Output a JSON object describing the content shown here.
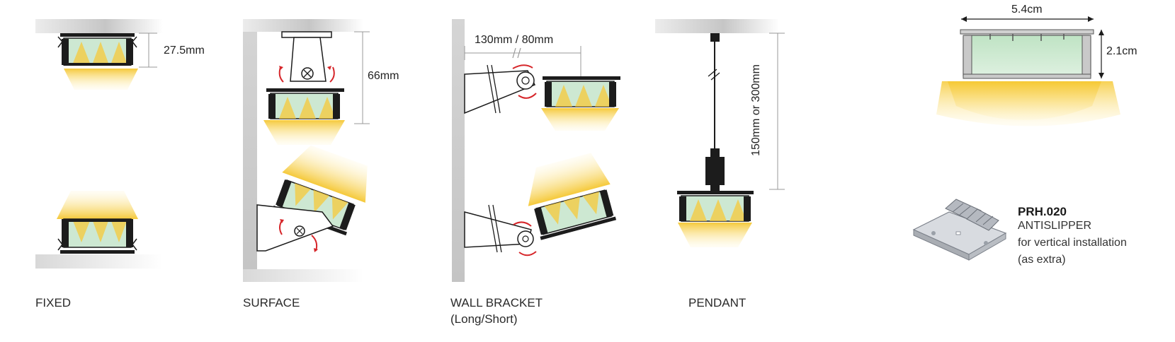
{
  "captions": {
    "fixed": "FIXED",
    "surface": "SURFACE",
    "wall_bracket": "WALL BRACKET",
    "wall_bracket_sub": "(Long/Short)",
    "pendant": "PENDANT"
  },
  "dimensions": {
    "fixed_height": "27.5mm",
    "surface_height": "66mm",
    "wall_arm": "130mm / 80mm",
    "pendant_length": "150mm or 300mm",
    "profile_width": "5.4cm",
    "profile_height": "2.1cm"
  },
  "accessory": {
    "code": "PRH.020",
    "name": "ANTISLIPPER",
    "desc": "for vertical installation",
    "note": "(as extra)"
  },
  "colors": {
    "light": "#f7cf45",
    "diffuser": "#cde8d2",
    "profile": "#1c1c1c",
    "arrow": "#d6262a",
    "wall": "#cfcfcf"
  }
}
